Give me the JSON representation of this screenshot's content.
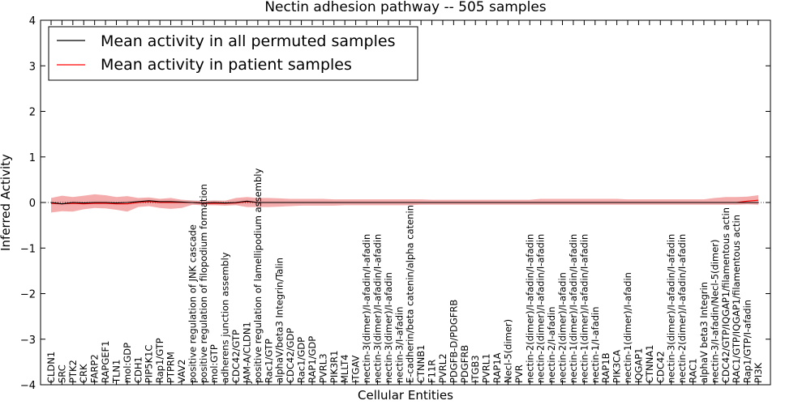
{
  "chart_data": {
    "type": "line",
    "title": "Nectin adhesion pathway -- 505 samples",
    "xlabel": "Cellular Entities",
    "ylabel": "Inferred Activity",
    "ylim": [
      -4,
      4
    ],
    "yticks": [
      -4,
      -3,
      -2,
      -1,
      0,
      1,
      2,
      3,
      4
    ],
    "grid": false,
    "legend_position": "top-left",
    "colors": {
      "permuted": "#000000",
      "patient": "#ff0000",
      "patient_band": "#f4a3a3",
      "permuted_band": "#c8c8c8"
    },
    "categories": [
      "CLDN1",
      "SRC",
      "PTK2",
      "CRK",
      "FARP2",
      "RAPGEF1",
      "TLN1",
      "mol:GDP",
      "CDH1",
      "PIP5K1C",
      "Rap1/GTP",
      "PTPRM",
      "VAV2",
      "positive regulation of JNK cascade",
      "positive regulation of filopodium formation",
      "mol:GTP",
      "adherens junction assembly",
      "CDC42/GTP",
      "JAM-A/CLDN1",
      "positive regulation of lamellipodium assembly",
      "Rac1/GTP",
      "alphaV/beta3 Integrin/Talin",
      "CDC42/GDP",
      "Rac1/GDP",
      "RAP1/GDP",
      "PVRL3",
      "PIK3R1",
      "MLLT4",
      "ITGAV",
      "nectin-3(dimer)/I-afadin/I-afadin",
      "nectin-3(dimer)/I-afadin/I-afadin",
      "nectin-3(dimer)/I-afadin",
      "nectin-3/I-afadin",
      "E-cadherin/beta catenin/alpha catenin",
      "CTNNB1",
      "F11R",
      "PVRL2",
      "PDGFB-D/PDGFRB",
      "PDGFRB",
      "ITGB3",
      "PVRL1",
      "RAP1A",
      "Necl-5(dimer)",
      "PVR",
      "nectin-2(dimer)/I-afadin/I-afadin",
      "nectin-2(dimer)/I-afadin/I-afadin",
      "nectin-2/I-afadin",
      "nectin-2(dimer)/I-afadin",
      "nectin-1(dimer)/I-afadin/I-afadin",
      "nectin-1(dimer)/I-afadin/I-afadin",
      "nectin-1/I-afadin",
      "RAP1B",
      "PIK3CA",
      "nectin-1(dimer)/I-afadin",
      "IQGAP1",
      "CTNNA1",
      "CDC42",
      "nectin-3(dimer)/I-afadin/I-afadin",
      "nectin-2(dimer)/I-afadin/I-afadin",
      "RAC1",
      "alphaV beta3 Integrin",
      "nectin-3/I-afadin/Necl-5(dimer)",
      "CDC42/GTP/IQGAP1/filamentous actin",
      "RAC1/GTP/IQGAP1/filamentous actin",
      "Rap1/GTP/I-afadin",
      "PI3K"
    ],
    "series": [
      {
        "name": "Mean activity in all permuted samples",
        "values": [
          0.0,
          -0.03,
          0.0,
          -0.01,
          0.0,
          0.0,
          -0.01,
          0.0,
          0.02,
          0.04,
          0.02,
          0.02,
          0.01,
          0.0,
          -0.01,
          0.0,
          -0.01,
          0.0,
          0.03,
          0.0,
          0.0,
          0.0,
          0.0,
          0.0,
          0.0,
          0.0,
          0.0,
          0.0,
          0.0,
          0.0,
          0.0,
          0.0,
          0.0,
          0.0,
          0.0,
          0.0,
          0.0,
          0.0,
          0.0,
          0.0,
          0.0,
          0.0,
          0.0,
          0.0,
          0.0,
          0.0,
          0.0,
          0.0,
          0.0,
          0.0,
          0.0,
          0.0,
          0.0,
          0.0,
          0.0,
          0.0,
          0.0,
          0.0,
          0.0,
          0.0,
          0.0,
          0.0,
          0.0,
          0.0,
          0.0,
          0.0
        ],
        "lower": [
          -0.05,
          -0.07,
          -0.05,
          -0.04,
          -0.05,
          -0.05,
          -0.06,
          -0.05,
          -0.03,
          -0.02,
          -0.04,
          -0.04,
          -0.05,
          -0.05,
          -0.06,
          -0.05,
          -0.06,
          -0.05,
          -0.03,
          -0.03,
          -0.03,
          -0.03,
          -0.03,
          -0.03,
          -0.03,
          -0.03,
          -0.03,
          -0.03,
          -0.03,
          -0.03,
          -0.03,
          -0.03,
          -0.03,
          -0.03,
          -0.03,
          -0.03,
          -0.03,
          -0.03,
          -0.03,
          -0.03,
          -0.03,
          -0.03,
          -0.03,
          -0.03,
          -0.03,
          -0.03,
          -0.03,
          -0.03,
          -0.03,
          -0.03,
          -0.03,
          -0.03,
          -0.03,
          -0.03,
          -0.03,
          -0.03,
          -0.03,
          -0.03,
          -0.03,
          -0.03,
          -0.03,
          -0.03,
          -0.03,
          -0.03,
          -0.03,
          -0.03
        ],
        "upper": [
          0.05,
          0.02,
          0.05,
          0.03,
          0.05,
          0.05,
          0.04,
          0.05,
          0.07,
          0.09,
          0.07,
          0.07,
          0.06,
          0.05,
          0.04,
          0.05,
          0.04,
          0.05,
          0.08,
          0.04,
          0.03,
          0.03,
          0.03,
          0.03,
          0.03,
          0.03,
          0.03,
          0.03,
          0.03,
          0.03,
          0.03,
          0.03,
          0.03,
          0.03,
          0.03,
          0.03,
          0.03,
          0.03,
          0.03,
          0.03,
          0.03,
          0.03,
          0.03,
          0.03,
          0.03,
          0.03,
          0.03,
          0.03,
          0.03,
          0.03,
          0.03,
          0.03,
          0.03,
          0.03,
          0.03,
          0.03,
          0.03,
          0.03,
          0.03,
          0.03,
          0.03,
          0.03,
          0.03,
          0.03,
          0.03,
          0.03
        ]
      },
      {
        "name": "Mean activity in patient samples",
        "values": [
          -0.02,
          -0.03,
          -0.02,
          -0.03,
          -0.02,
          -0.02,
          -0.03,
          -0.03,
          0.0,
          0.02,
          0.0,
          0.0,
          0.0,
          0.0,
          -0.02,
          -0.02,
          -0.02,
          -0.01,
          0.02,
          0.0,
          0.0,
          0.0,
          0.0,
          0.0,
          0.0,
          0.0,
          0.0,
          0.0,
          0.0,
          0.0,
          0.0,
          0.0,
          0.0,
          0.0,
          0.0,
          0.0,
          0.0,
          0.0,
          0.0,
          0.0,
          0.0,
          0.0,
          0.0,
          0.0,
          0.0,
          0.0,
          0.0,
          0.0,
          0.0,
          0.0,
          0.0,
          0.0,
          0.0,
          0.0,
          0.0,
          0.0,
          0.0,
          0.0,
          0.0,
          0.0,
          0.0,
          0.0,
          0.0,
          0.0,
          0.03,
          0.05
        ],
        "lower": [
          -0.22,
          -0.19,
          -0.2,
          -0.15,
          -0.12,
          -0.13,
          -0.16,
          -0.2,
          -0.1,
          -0.08,
          -0.12,
          -0.14,
          -0.12,
          -0.05,
          -0.06,
          -0.06,
          -0.07,
          -0.06,
          -0.1,
          -0.1,
          -0.1,
          -0.09,
          -0.08,
          -0.07,
          -0.07,
          -0.07,
          -0.07,
          -0.06,
          -0.06,
          -0.06,
          -0.06,
          -0.06,
          -0.06,
          -0.06,
          -0.05,
          -0.05,
          -0.05,
          -0.05,
          -0.05,
          -0.05,
          -0.05,
          -0.05,
          -0.05,
          -0.05,
          -0.05,
          -0.05,
          -0.05,
          -0.05,
          -0.05,
          -0.05,
          -0.05,
          -0.05,
          -0.05,
          -0.05,
          -0.05,
          -0.05,
          -0.05,
          -0.05,
          -0.05,
          -0.05,
          -0.05,
          -0.05,
          -0.05,
          -0.05,
          -0.04,
          -0.05
        ],
        "upper": [
          0.1,
          0.15,
          0.12,
          0.15,
          0.18,
          0.16,
          0.12,
          0.14,
          0.1,
          0.11,
          0.08,
          0.1,
          0.06,
          0.04,
          0.03,
          0.04,
          0.04,
          0.1,
          0.12,
          0.1,
          0.1,
          0.09,
          0.08,
          0.08,
          0.08,
          0.08,
          0.07,
          0.07,
          0.07,
          0.07,
          0.07,
          0.07,
          0.07,
          0.07,
          0.07,
          0.06,
          0.06,
          0.06,
          0.06,
          0.06,
          0.06,
          0.06,
          0.06,
          0.06,
          0.06,
          0.08,
          0.08,
          0.08,
          0.08,
          0.08,
          0.08,
          0.08,
          0.08,
          0.07,
          0.07,
          0.07,
          0.07,
          0.07,
          0.07,
          0.07,
          0.07,
          0.1,
          0.12,
          0.12,
          0.13,
          0.16
        ]
      }
    ]
  }
}
